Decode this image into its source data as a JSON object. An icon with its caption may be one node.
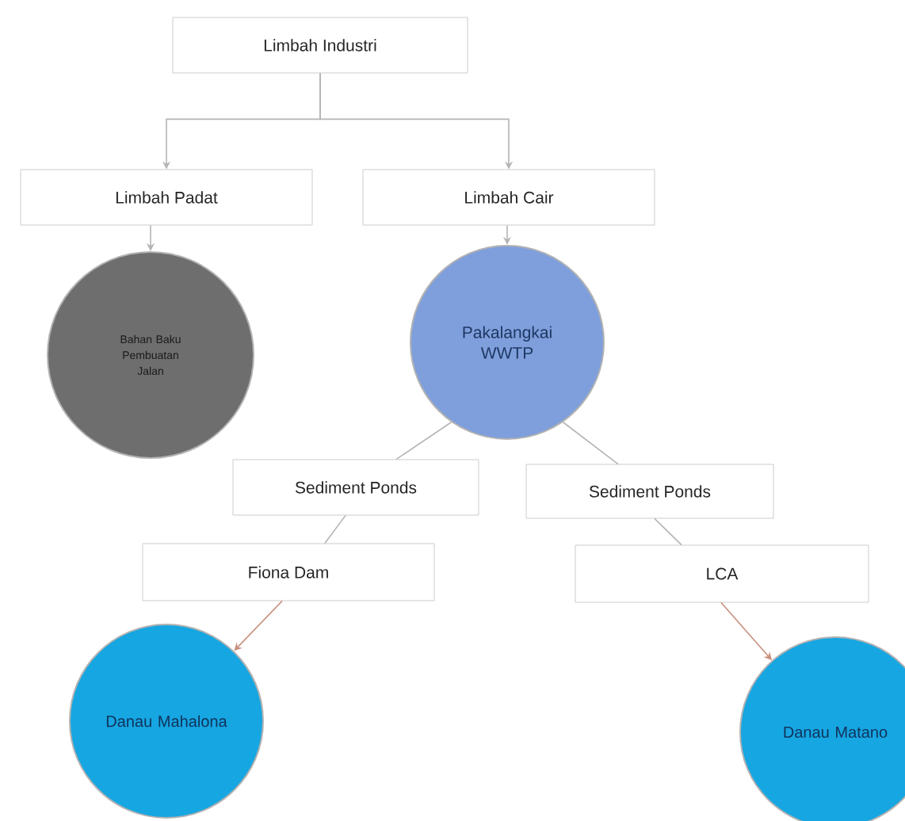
{
  "diagram": {
    "nodes": [
      {
        "text": [
          "Limbah Industri"
        ]
      },
      {
        "text": [
          "Limbah Padat"
        ]
      },
      {
        "text": [
          "Limbah Cair"
        ]
      },
      {
        "text": [
          "Bahan Baku Pembuatan Jalan"
        ]
      },
      {
        "text": [
          "Pakalangkai WWTP"
        ]
      },
      {
        "text": [
          "Sediment Ponds"
        ]
      },
      {
        "text": [
          "Sediment Ponds"
        ]
      },
      {
        "text": [
          "Fiona Dam"
        ]
      },
      {
        "text": [
          "LCA"
        ]
      },
      {
        "text": [
          "Danau Mahalona"
        ]
      },
      {
        "text": [
          "Danau Matano"
        ]
      }
    ],
    "edges": [
      {
        "from": 0,
        "to": 1,
        "arrow": "to"
      },
      {
        "from": 0,
        "to": 2,
        "arrow": "to"
      },
      {
        "from": 1,
        "to": 3,
        "arrow": "to"
      },
      {
        "from": 2,
        "to": 4,
        "arrow": "to"
      },
      {
        "from": 4,
        "to": 5,
        "arrow": "none"
      },
      {
        "from": 4,
        "to": 6,
        "arrow": "none"
      },
      {
        "from": 5,
        "to": 7,
        "arrow": "none"
      },
      {
        "from": 6,
        "to": 8,
        "arrow": "none"
      },
      {
        "from": 7,
        "to": 9,
        "arrow": "to",
        "color": "#c89080"
      },
      {
        "from": 8,
        "to": 10,
        "arrow": "to",
        "color": "#c89080"
      }
    ]
  }
}
